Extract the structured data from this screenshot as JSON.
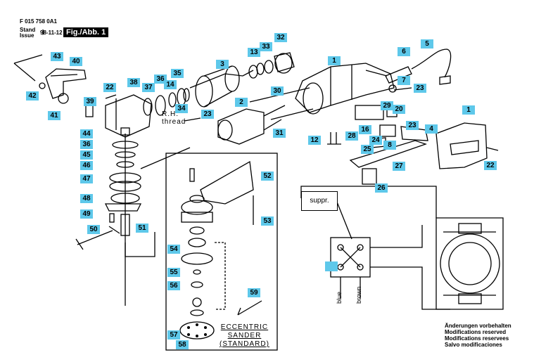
{
  "header": {
    "part_no": "F 015 758 0A1",
    "stand": "Stand",
    "issue": "Issue",
    "date": "98-11-12",
    "fig_label": "Fig./Abb. 1"
  },
  "callouts": [
    "1",
    "2",
    "3",
    "4",
    "5",
    "6",
    "7",
    "8",
    "12",
    "13",
    "14",
    "16",
    "20",
    "22",
    "23",
    "24",
    "25",
    "26",
    "27",
    "28",
    "29",
    "30",
    "31",
    "32",
    "33",
    "34",
    "35",
    "36",
    "37",
    "38",
    "39",
    "40",
    "41",
    "42",
    "43",
    "44",
    "45",
    "46",
    "47",
    "48",
    "49",
    "50",
    "51",
    "52",
    "53",
    "54",
    "55",
    "56",
    "57",
    "58",
    "59"
  ],
  "texts": {
    "rh_line1": "R.H.",
    "rh_line2": "thread",
    "suppr": "suppr.",
    "wire_blue": "blue",
    "wire_brown": "brown",
    "ecc_line1": "ECCENTRIC",
    "ecc_line2": "SANDER",
    "ecc_line3": "(STANDARD)"
  },
  "footer": {
    "lines": [
      "Änderungen vorbehalten",
      "Modifications reserved",
      "Modifications reservees",
      "Salvo modificaciones"
    ]
  }
}
